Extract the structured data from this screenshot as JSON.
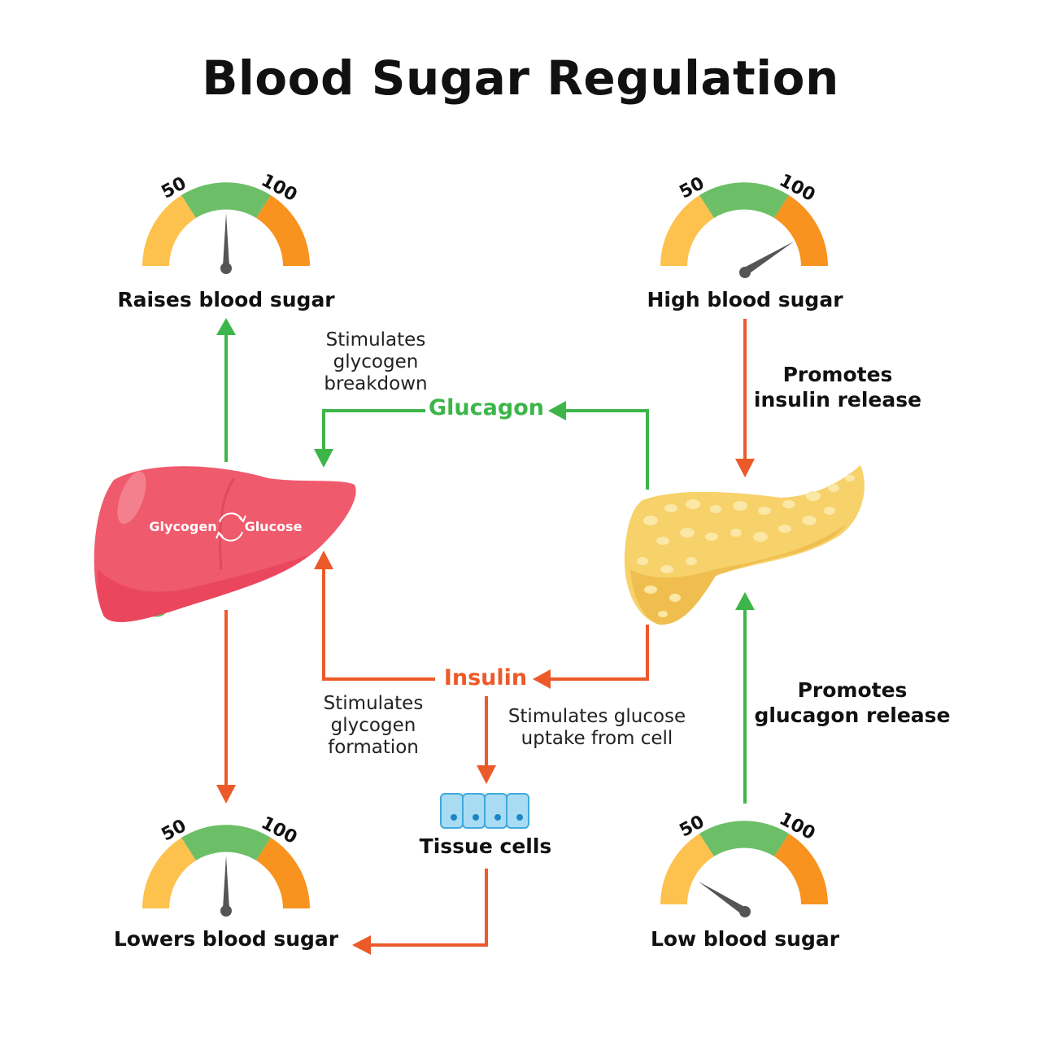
{
  "title": "Blood Sugar Regulation",
  "gauges": [
    {
      "id": "top-left",
      "label": "Raises blood sugar",
      "tick_low": "50",
      "tick_high": "100",
      "needle_angle_deg": 90
    },
    {
      "id": "top-right",
      "label": "High blood sugar",
      "tick_low": "50",
      "tick_high": "100",
      "needle_angle_deg": 30
    },
    {
      "id": "bottom-left",
      "label": "Lowers blood sugar",
      "tick_low": "50",
      "tick_high": "100",
      "needle_angle_deg": 90
    },
    {
      "id": "bottom-right",
      "label": "Low blood sugar",
      "tick_low": "50",
      "tick_high": "100",
      "needle_angle_deg": 145
    }
  ],
  "hormones": {
    "glucagon": "Glucagon",
    "insulin": "Insulin"
  },
  "notes": {
    "glycogen_breakdown": "Stimulates\nglycogen\nbreakdown",
    "glycogen_formation": "Stimulates\nglycogen\nformation",
    "glucose_uptake": "Stimulates glucose\nuptake from cell",
    "promotes_insulin": "Promotes\ninsulin release",
    "promotes_glucagon": "Promotes\nglucagon release"
  },
  "liver": {
    "left_text": "Glycogen",
    "right_text": "Glucose"
  },
  "tissue": {
    "label": "Tissue cells"
  },
  "colors": {
    "green_arrow": "#3db549",
    "orange_arrow": "#ec5a2a",
    "gauge_yellow": "#fcc24d",
    "gauge_green": "#6dbf67",
    "gauge_orange": "#f7931e",
    "needle": "#555555",
    "liver": "#ef5a6c",
    "pancreas": "#f7d16a",
    "glucagon_text": "#3db549",
    "insulin_text": "#ec5a2a"
  }
}
